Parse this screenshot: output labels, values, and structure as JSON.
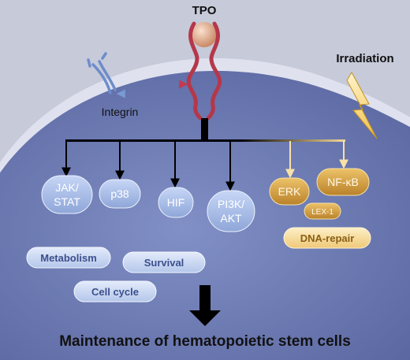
{
  "labels": {
    "tpo": "TPO",
    "integrin": "Integrin",
    "irradiation": "Irradiation",
    "outcome": "Maintenance of hematopoietic stem cells"
  },
  "pathways": {
    "jak_stat_1": "JAK/",
    "jak_stat_2": "STAT",
    "p38": "p38",
    "hif": "HIF",
    "pi3k_akt_1": "PI3K/",
    "pi3k_akt_2": "AKT",
    "erk": "ERK",
    "nfkb": "NF-κB",
    "lex1": "LEX-1"
  },
  "functions": {
    "metabolism": "Metabolism",
    "survival": "Survival",
    "cell_cycle": "Cell cycle",
    "dna_repair": "DNA-repair"
  },
  "colors": {
    "background": "#c6cad9",
    "cell": "#6370a6",
    "membrane": "#dfe2ee",
    "receptor": "#b5374a",
    "blue_pill": "#a9bde6",
    "gold_pill": "#d8a640",
    "gold_light": "#f8dd99",
    "text_dark": "#111111",
    "label_blue": "#3c4f8c"
  }
}
